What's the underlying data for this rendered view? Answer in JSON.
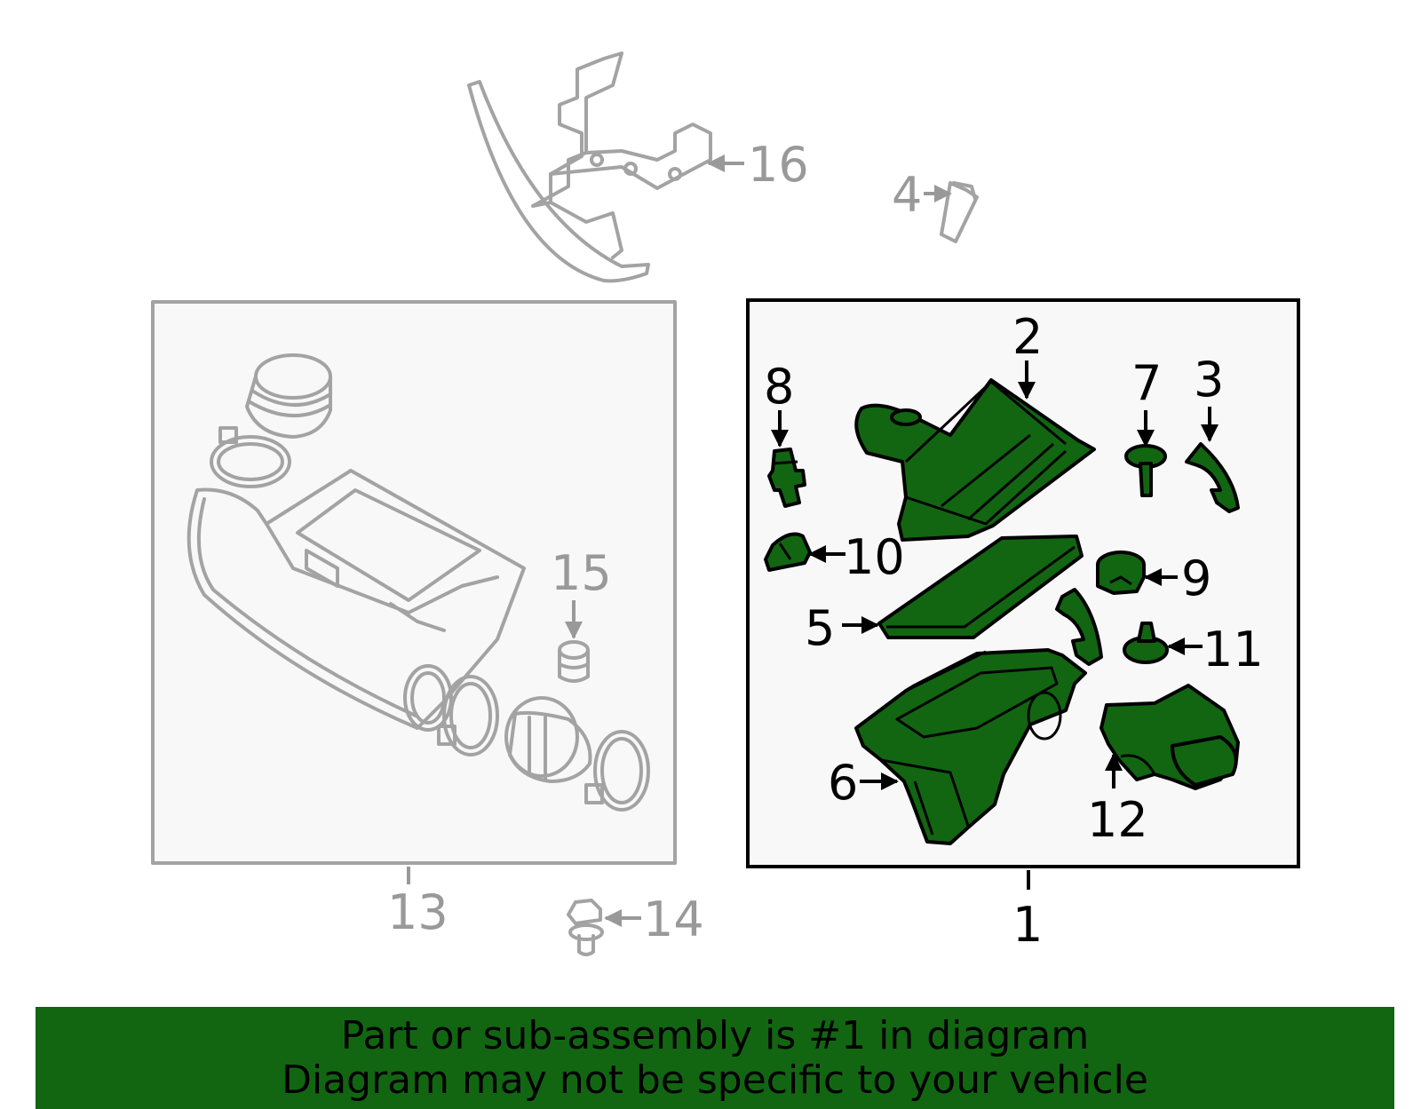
{
  "callouts": {
    "c1": "1",
    "c2": "2",
    "c3": "3",
    "c4": "4",
    "c5": "5",
    "c6": "6",
    "c7": "7",
    "c8": "8",
    "c9": "9",
    "c10": "10",
    "c11": "11",
    "c12": "12",
    "c13": "13",
    "c14": "14",
    "c15": "15",
    "c16": "16"
  },
  "banner": {
    "line1": "Part or sub-assembly is #1 in diagram",
    "line2": "Diagram may not be specific to your vehicle"
  },
  "colors": {
    "highlight": "#126612",
    "inactive": "#999999",
    "box_fill": "#f8f8f8"
  }
}
